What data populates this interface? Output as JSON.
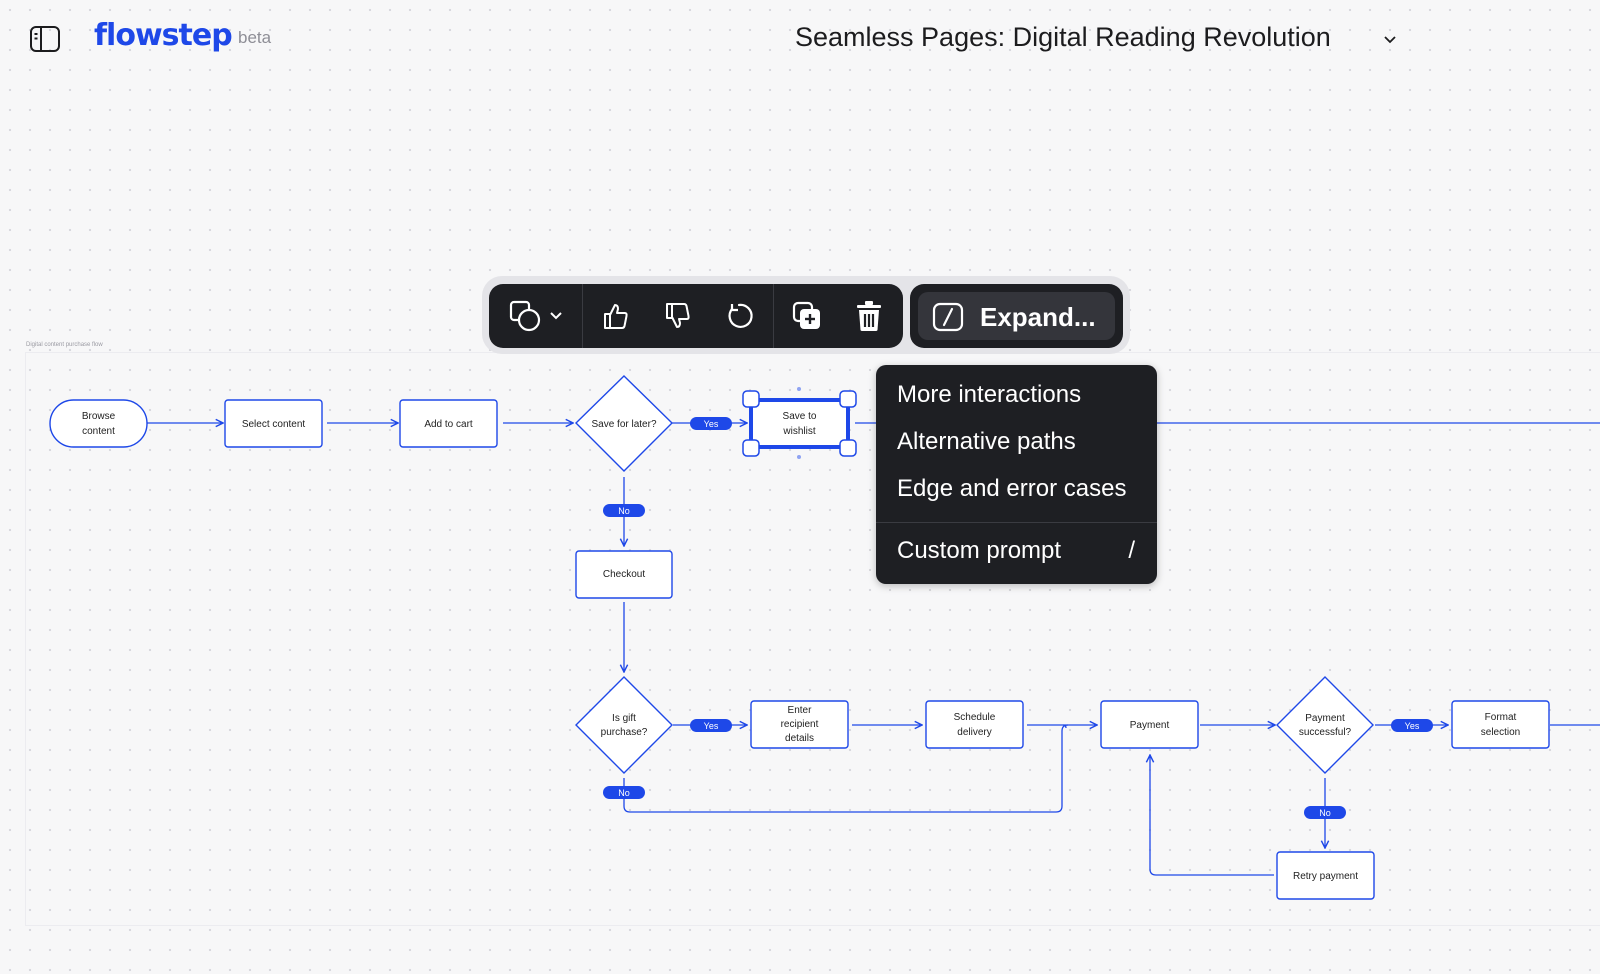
{
  "header": {
    "logo": "flowstep",
    "logo_badge": "beta",
    "document_title": "Seamless Pages: Digital Reading Revolution"
  },
  "frame_label": "Digital content purchase flow",
  "toolbar": {
    "expand_label": "Expand..."
  },
  "expand_menu": {
    "items": [
      "More interactions",
      "Alternative paths",
      "Edge and error cases"
    ],
    "custom_prompt": "Custom prompt",
    "custom_prompt_shortcut": "/"
  },
  "flow": {
    "nodes": {
      "browse": [
        "Browse",
        "content"
      ],
      "select": [
        "Select content"
      ],
      "cart": [
        "Add to cart"
      ],
      "save_q": [
        "Save for later?"
      ],
      "wishlist": [
        "Save to",
        "wishlist"
      ],
      "checkout": [
        "Checkout"
      ],
      "gift_q": [
        "Is gift",
        "purchase?"
      ],
      "recipient": [
        "Enter",
        "recipient",
        "details"
      ],
      "schedule": [
        "Schedule",
        "delivery"
      ],
      "payment": [
        "Payment"
      ],
      "pay_q": [
        "Payment",
        "successful?"
      ],
      "format": [
        "Format",
        "selection"
      ],
      "retry": [
        "Retry payment"
      ]
    },
    "labels": {
      "yes": "Yes",
      "no": "No"
    }
  },
  "colors": {
    "accent": "#1e48e8",
    "toolbar_bg": "#1e1f23"
  },
  "icons": [
    "sidebar-toggle-icon",
    "chevron-down-icon",
    "shapes-icon",
    "thumbs-up-icon",
    "thumbs-down-icon",
    "regenerate-icon",
    "duplicate-icon",
    "trash-icon",
    "slash-command-icon"
  ]
}
